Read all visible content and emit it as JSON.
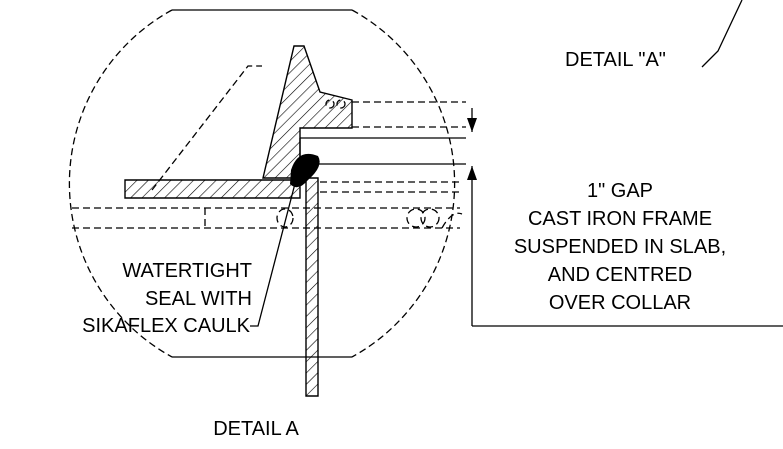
{
  "labels": {
    "detail_ref": "DETAIL \"A\"",
    "gap": "1\" GAP",
    "frame_line1": "CAST IRON FRAME",
    "frame_line2": "SUSPENDED IN SLAB,",
    "frame_line3": "AND CENTRED",
    "frame_line4": "OVER COLLAR",
    "seal_line1": "WATERTIGHT",
    "seal_line2": "SEAL WITH",
    "seal_line3": "SIKAFLEX CAULK",
    "caption": "DETAIL A"
  },
  "colors": {
    "ink": "#000000",
    "paper": "#ffffff"
  }
}
